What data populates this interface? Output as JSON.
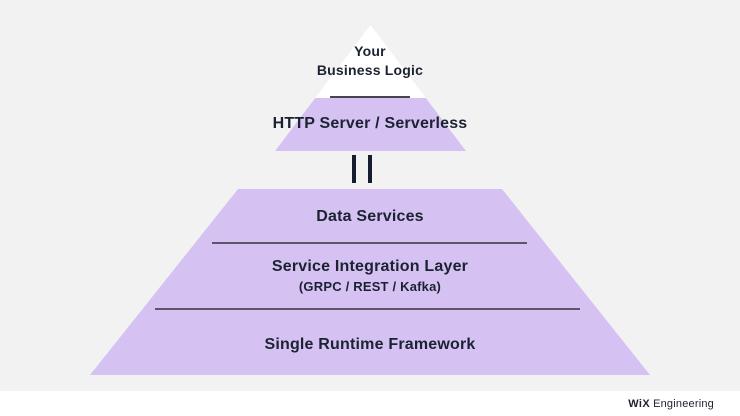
{
  "colors": {
    "canvas_background": "#f2f2f2",
    "footer_background": "#ffffff",
    "pyramid_top_fill": "#ffffff",
    "pyramid_purple_fill": "#d5c2f2",
    "text_dark": "#1b2231",
    "divider_line": "#5c5669",
    "apex_divider_line": "#474352",
    "connector_bars": "#161d2e"
  },
  "pyramid": {
    "apex": {
      "line1": "Your",
      "line2": "Business Logic"
    },
    "http_layer": {
      "label": "HTTP Server / Serverless"
    },
    "connector": {
      "icon": "pause-bars"
    },
    "layers": [
      {
        "label": "Data Services"
      },
      {
        "label": "Service Integration Layer",
        "sublabel": "(GRPC / REST / Kafka)"
      },
      {
        "label": "Single Runtime Framework"
      }
    ]
  },
  "footer": {
    "brand_bold": "WiX",
    "brand_regular": "Engineering"
  }
}
